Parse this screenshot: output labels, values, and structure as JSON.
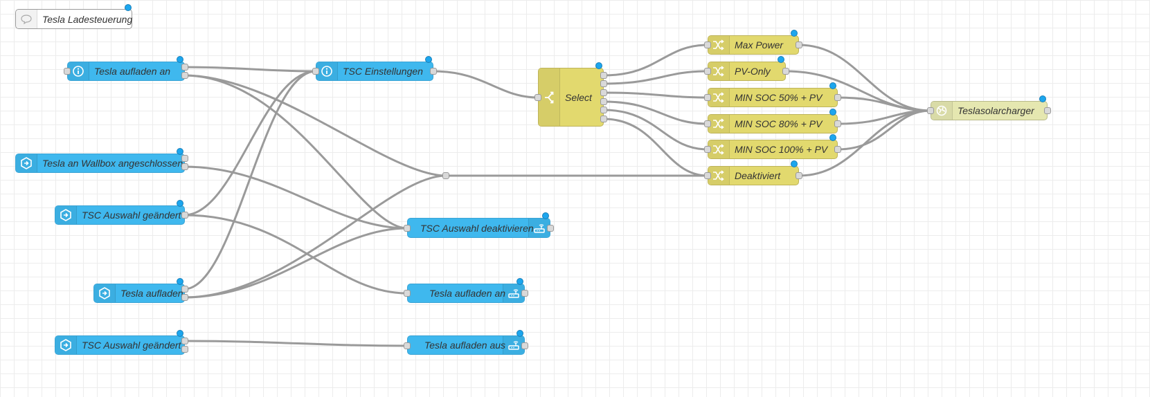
{
  "comment": {
    "label": "Tesla Ladesteuerung",
    "icon": "speech-bubble-icon"
  },
  "nodes": {
    "tesla_aufladen_an_in": {
      "label": "Tesla aufladen an",
      "icon": "info-icon"
    },
    "tsc_einstellungen": {
      "label": "TSC Einstellungen",
      "icon": "info-icon"
    },
    "tesla_wallbox": {
      "label": "Tesla an Wallbox angeschlossen",
      "icon": "hexagon-arrow-icon"
    },
    "tsc_auswahl_1": {
      "label": "TSC Auswahl geändert",
      "icon": "hexagon-arrow-icon"
    },
    "tesla_aufladen": {
      "label": "Tesla aufladen",
      "icon": "hexagon-arrow-icon"
    },
    "tsc_auswahl_2": {
      "label": "TSC Auswahl geändert",
      "icon": "hexagon-arrow-icon"
    },
    "select": {
      "label": "Select",
      "icon": "switch-icon"
    },
    "max_power": {
      "label": "Max Power",
      "icon": "shuffle-icon"
    },
    "pv_only": {
      "label": "PV-Only",
      "icon": "shuffle-icon"
    },
    "min_soc_50": {
      "label": "MIN SOC 50% + PV",
      "icon": "shuffle-icon"
    },
    "min_soc_80": {
      "label": "MIN SOC 80% + PV",
      "icon": "shuffle-icon"
    },
    "min_soc_100": {
      "label": "MIN SOC 100% + PV",
      "icon": "shuffle-icon"
    },
    "deaktiviert": {
      "label": "Deaktiviert",
      "icon": "shuffle-icon"
    },
    "teslasolarcharger": {
      "label": "Teslasolarcharger",
      "icon": "globe-icon"
    },
    "tsc_auswahl_deaktivieren": {
      "label": "TSC Auswahl deaktivieren",
      "icon": "router-icon"
    },
    "tesla_aufladen_an_out": {
      "label": "Tesla aufladen an",
      "icon": "router-icon"
    },
    "tesla_aufladen_aus_out": {
      "label": "Tesla aufladen aus",
      "icon": "router-icon"
    }
  },
  "colors": {
    "blue_node": "#3fb8ee",
    "yellow_node": "#e2d96e",
    "light_yellow_node": "#e5e7b0",
    "status_dot": "#1ca6ee",
    "wire": "#9a9a9a",
    "grid": "#ececec"
  }
}
